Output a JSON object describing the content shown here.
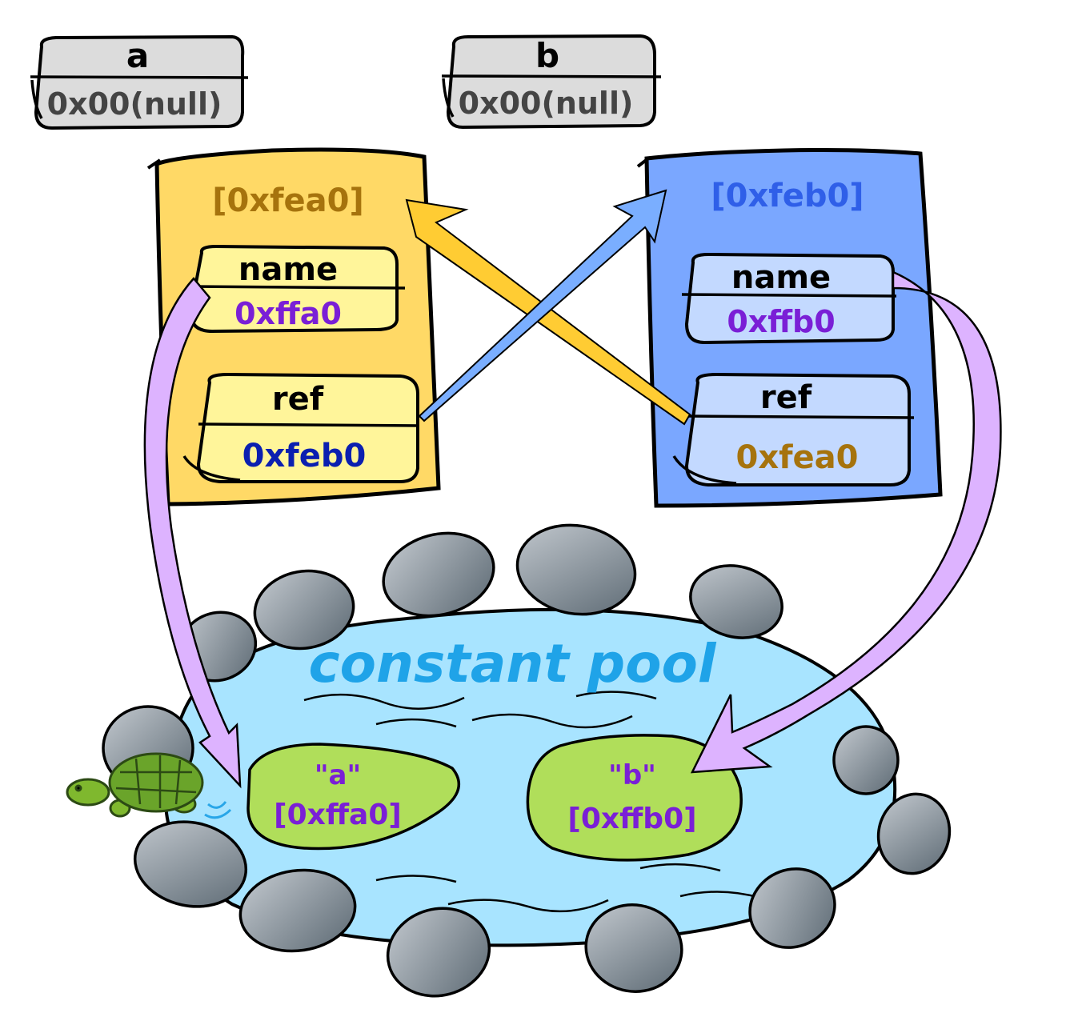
{
  "variables": [
    {
      "name": "a",
      "value": "0x00(null)"
    },
    {
      "name": "b",
      "value": "0x00(null)"
    }
  ],
  "objects": [
    {
      "address": "[0xfea0]",
      "name_field_label": "name",
      "name_field_value": "0xffa0",
      "ref_field_label": "ref",
      "ref_field_value": "0xfeb0"
    },
    {
      "address": "[0xfeb0]",
      "name_field_label": "name",
      "name_field_value": "0xffb0",
      "ref_field_label": "ref",
      "ref_field_value": "0xfea0"
    }
  ],
  "pool": {
    "title": "constant pool",
    "entries": [
      {
        "literal": "\"a\"",
        "address": "[0xffa0]"
      },
      {
        "literal": "\"b\"",
        "address": "[0xffb0]"
      }
    ]
  },
  "colors": {
    "object_a_fill": "#ffd966",
    "object_b_fill": "#7aa7ff",
    "address_a_text": "#a6730d",
    "address_b_text": "#2f5fe8",
    "field_value_purple": "#7a1fd6",
    "pool_water": "#a8e4ff",
    "pool_title": "#1fa3e8",
    "lily_pad": "#b0de5a",
    "arrow_yellow": "#ffcc33",
    "arrow_blue": "#7aaeff",
    "arrow_purple": "#ddb3ff"
  }
}
